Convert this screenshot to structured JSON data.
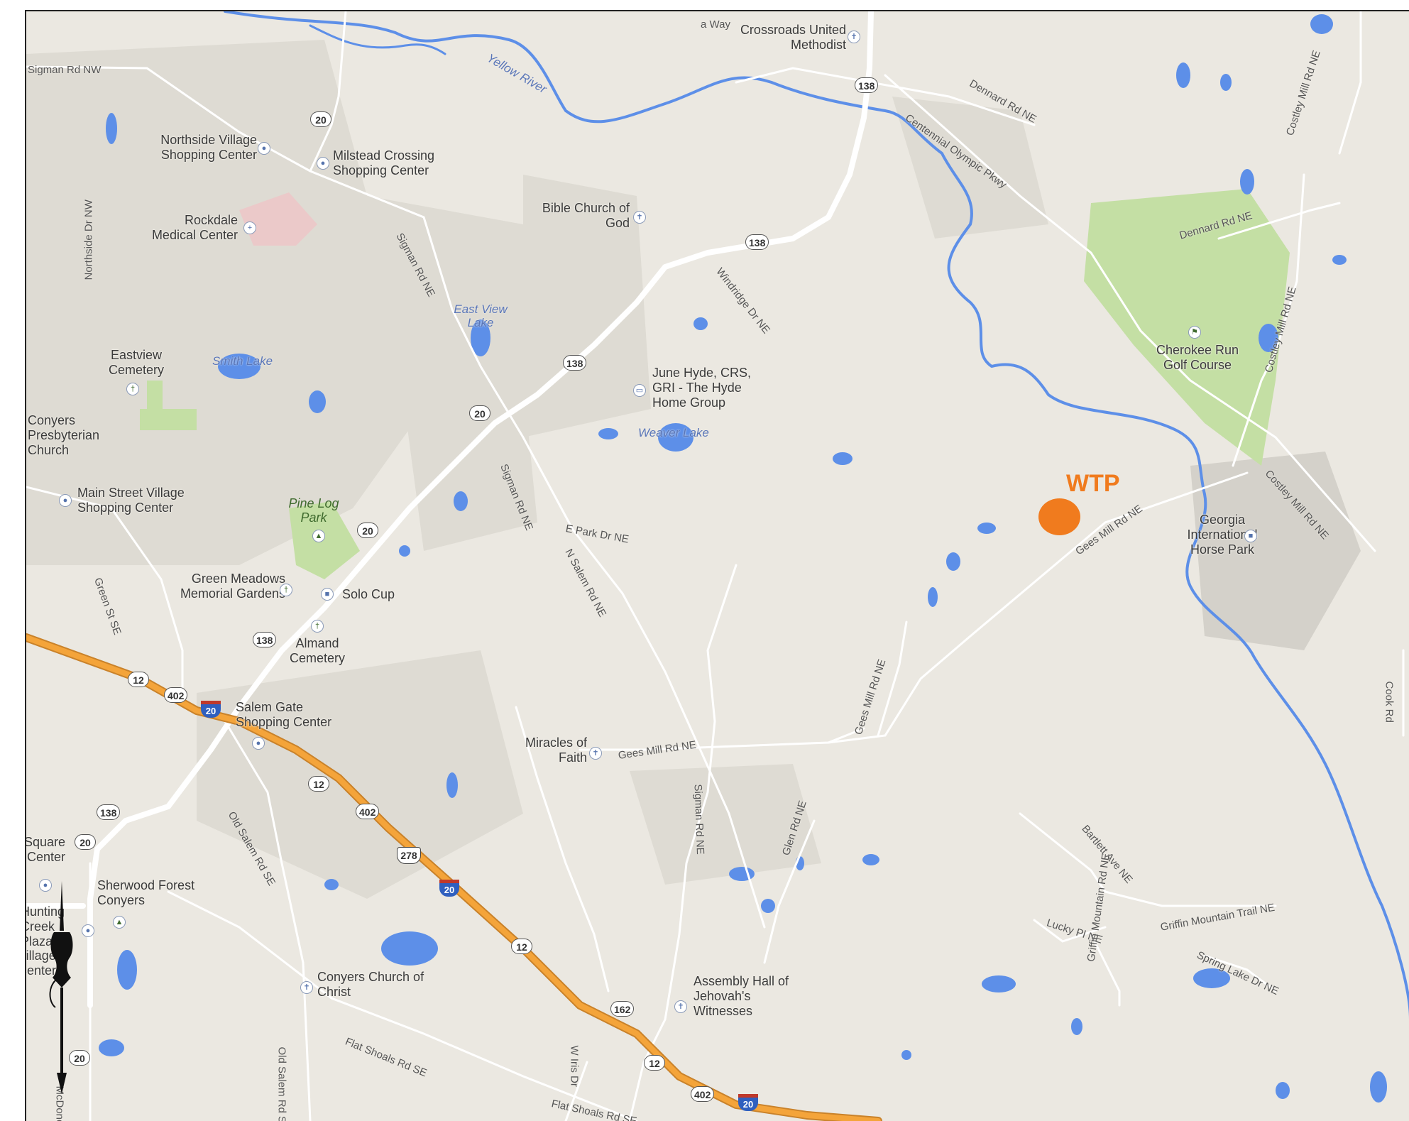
{
  "map": {
    "colors": {
      "land": "#ebe8e1",
      "developed": "#dedbd3",
      "road": "#ffffff",
      "highway": "#f4a43a",
      "water": "#5d8fe8",
      "park": "#c4dfa4",
      "medical": "#ebc9c9",
      "marker": "#f07b1e"
    },
    "marker": {
      "label": "WTP"
    },
    "water_labels": [
      "Yellow River",
      "East View Lake",
      "Smith Lake",
      "Weaver Lake"
    ],
    "park_labels": [
      "Pine Log Park"
    ],
    "places": [
      "Crossroads United Methodist",
      "Northside Village Shopping Center",
      "Milstead Crossing Shopping Center",
      "Rockdale Medical Center",
      "Bible Church of God",
      "Eastview Cemetery",
      "Conyers Presbyterian Church",
      "Main Street Village Shopping Center",
      "June Hyde, CRS, GRI - The Hyde Home Group",
      "Cherokee Run Golf Course",
      "Georgia International Horse Park",
      "Green Meadows Memorial Gardens",
      "Solo Cup",
      "Almand Cemetery",
      "Salem Gate Shopping Center",
      "Miracles of Faith",
      "Square Center",
      "Sherwood Forest Conyers",
      "Hunting Creek Plaza",
      "Village Center",
      "Conyers Church of Christ",
      "Assembly Hall of Jehovah's Witnesses"
    ],
    "roads": [
      "Sigman Rd NW",
      "Northside Dr NW",
      "Sigman Rd NE",
      "Dennard Rd NE",
      "Centennial Olympic Pkwy",
      "Windridge Dr NE",
      "Costley Mill Rd NE",
      "E Park Dr NE",
      "N Salem Rd NE",
      "Gees Mill Rd NE",
      "Green St SE",
      "Old Salem Rd SE",
      "Glen Rd NE",
      "Bartlett Ave NE",
      "Lucky Pl NE",
      "Griffin Mountain Rd NE",
      "Griffin Mountain Trail NE",
      "Spring Lake Dr NE",
      "Cook Rd",
      "Flat Shoals Rd SE",
      "W Iris Dr",
      "Old Salem Rd SE",
      "McDonough",
      "a Way"
    ],
    "shields": [
      "20",
      "138",
      "12",
      "402",
      "278",
      "162",
      "I-20"
    ]
  }
}
